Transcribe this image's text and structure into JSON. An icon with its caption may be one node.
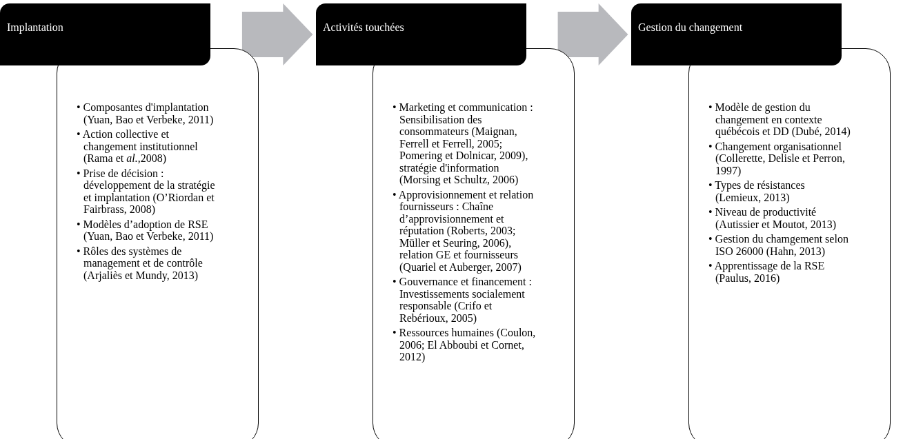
{
  "diagram": {
    "nodes": [
      {
        "text": [
          "Implantation"
        ]
      },
      {
        "text": [
          "• Composantes d'implantation (Yuan, Bao et Verbeke, 2011)",
          "• Action collective et changement institutionnel (Rama et *al.*,2008)",
          "• Prise de décision : développement de la stratégie et implantation (O’Riordan et Fairbrass, 2008)",
          "• Modèles d’adoption de RSE (Yuan, Bao et Verbeke, 2011)",
          "• Rôles des systèmes de management et de contrôle (Arjaliès et Mundy, 2013)"
        ]
      },
      {
        "text": [
          "Activités touchées"
        ]
      },
      {
        "text": [
          "• Marketing et communication : Sensibilisation des consommateurs (Maignan, Ferrell et Ferrell, 2005; Pomering et Dolnicar, 2009), stratégie d'information (Morsing et Schultz, 2006)",
          "• Approvisionnement et relation fournisseurs : Chaîne d’approvisionnement et réputation (Roberts, 2003; Müller et Seuring, 2006), relation GE et fournisseurs (Quariel et Auberger, 2007)",
          "• Gouvernance et financement : Investissements socialement responsable (Crifo et Rebérioux, 2005)",
          "• Ressources humaines (Coulon, 2006; El Abboubi et Cornet, 2012)"
        ]
      },
      {
        "text": [
          "Gestion du changement"
        ]
      },
      {
        "text": [
          "• Modèle de gestion du changement en contexte québécois et DD (Dubé, 2014)",
          "• Changement organisationnel (Collerette, Delisle et Perron, 1997)",
          "• Types de résistances (Lemieux, 2013)",
          "• Niveau de productivité (Autissier et Moutot, 2013)",
          "• Gestion du chamgement selon ISO 26000 (Hahn, 2013)",
          "• Apprentissage de la RSE (Paulus, 2016)"
        ]
      }
    ],
    "edges": [
      {
        "from": 0,
        "to": 2,
        "arrow": "to"
      },
      {
        "from": 2,
        "to": 4,
        "arrow": "to"
      }
    ]
  }
}
